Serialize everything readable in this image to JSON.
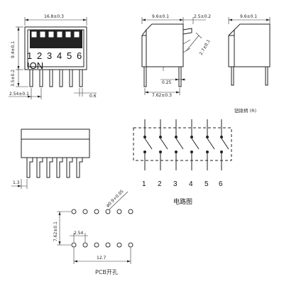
{
  "top_view": {
    "width_dim": "16.8±0.3",
    "height_dim": "9.4±0.1",
    "lead_dim": "3.5±0.2",
    "pitch_dim": "2.54±0.1",
    "lead_width_dim": "0.6",
    "pin_numbers": [
      "1",
      "2",
      "3",
      "4",
      "5",
      "6"
    ],
    "on_label": "ION"
  },
  "side_view": {
    "width_dim": "9.6±0.1",
    "lever_dim": "2.5±0.2",
    "lever_height_dim": "2.7±0.1",
    "pin_thickness_dim": "0.25",
    "row_spacing_dim": "7.62±0.3"
  },
  "end_view": {
    "width_dim": "9.6±0.1",
    "caption": "钮拨柄 (R)"
  },
  "front_view": {
    "offset_dim": "1.3"
  },
  "circuit": {
    "pin_numbers": [
      "1",
      "2",
      "3",
      "4",
      "5",
      "6"
    ],
    "caption": "电路图"
  },
  "pcb": {
    "hole_dim": "ø0.9+0.05",
    "row_spacing_dim": "7.62±0.1",
    "pitch_dim": "2.54",
    "span_dim": "12.7",
    "caption": "PCB开孔"
  }
}
